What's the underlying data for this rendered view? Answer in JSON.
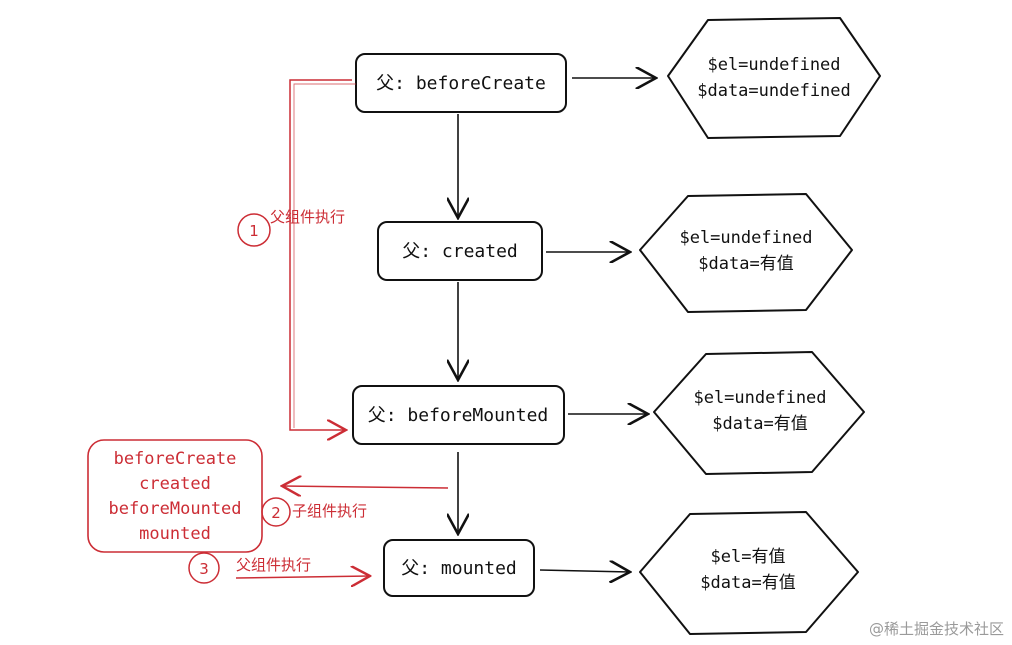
{
  "nodes": {
    "before_create": "父: beforeCreate",
    "created": "父: created",
    "before_mounted": "父: beforeMounted",
    "mounted": "父: mounted"
  },
  "diamonds": {
    "d1": {
      "line1": "$el=undefined",
      "line2": "$data=undefined"
    },
    "d2": {
      "line1": "$el=undefined",
      "line2": "$data=有值"
    },
    "d3": {
      "line1": "$el=undefined",
      "line2": "$data=有值"
    },
    "d4": {
      "line1": "$el=有值",
      "line2": "$data=有值"
    }
  },
  "annotations": {
    "step1_number": "1",
    "step1_label": "父组件执行",
    "step2_number": "2",
    "step2_label": "子组件执行",
    "step3_number": "3",
    "step3_label": "父组件执行"
  },
  "child_box": {
    "lines": [
      "beforeCreate",
      "created",
      "beforeMounted",
      "mounted"
    ]
  },
  "watermark": "@稀土掘金技术社区",
  "colors": {
    "ink": "#111111",
    "annotation_red": "#cc2d35",
    "watermark_gray": "#9a9a9a"
  }
}
